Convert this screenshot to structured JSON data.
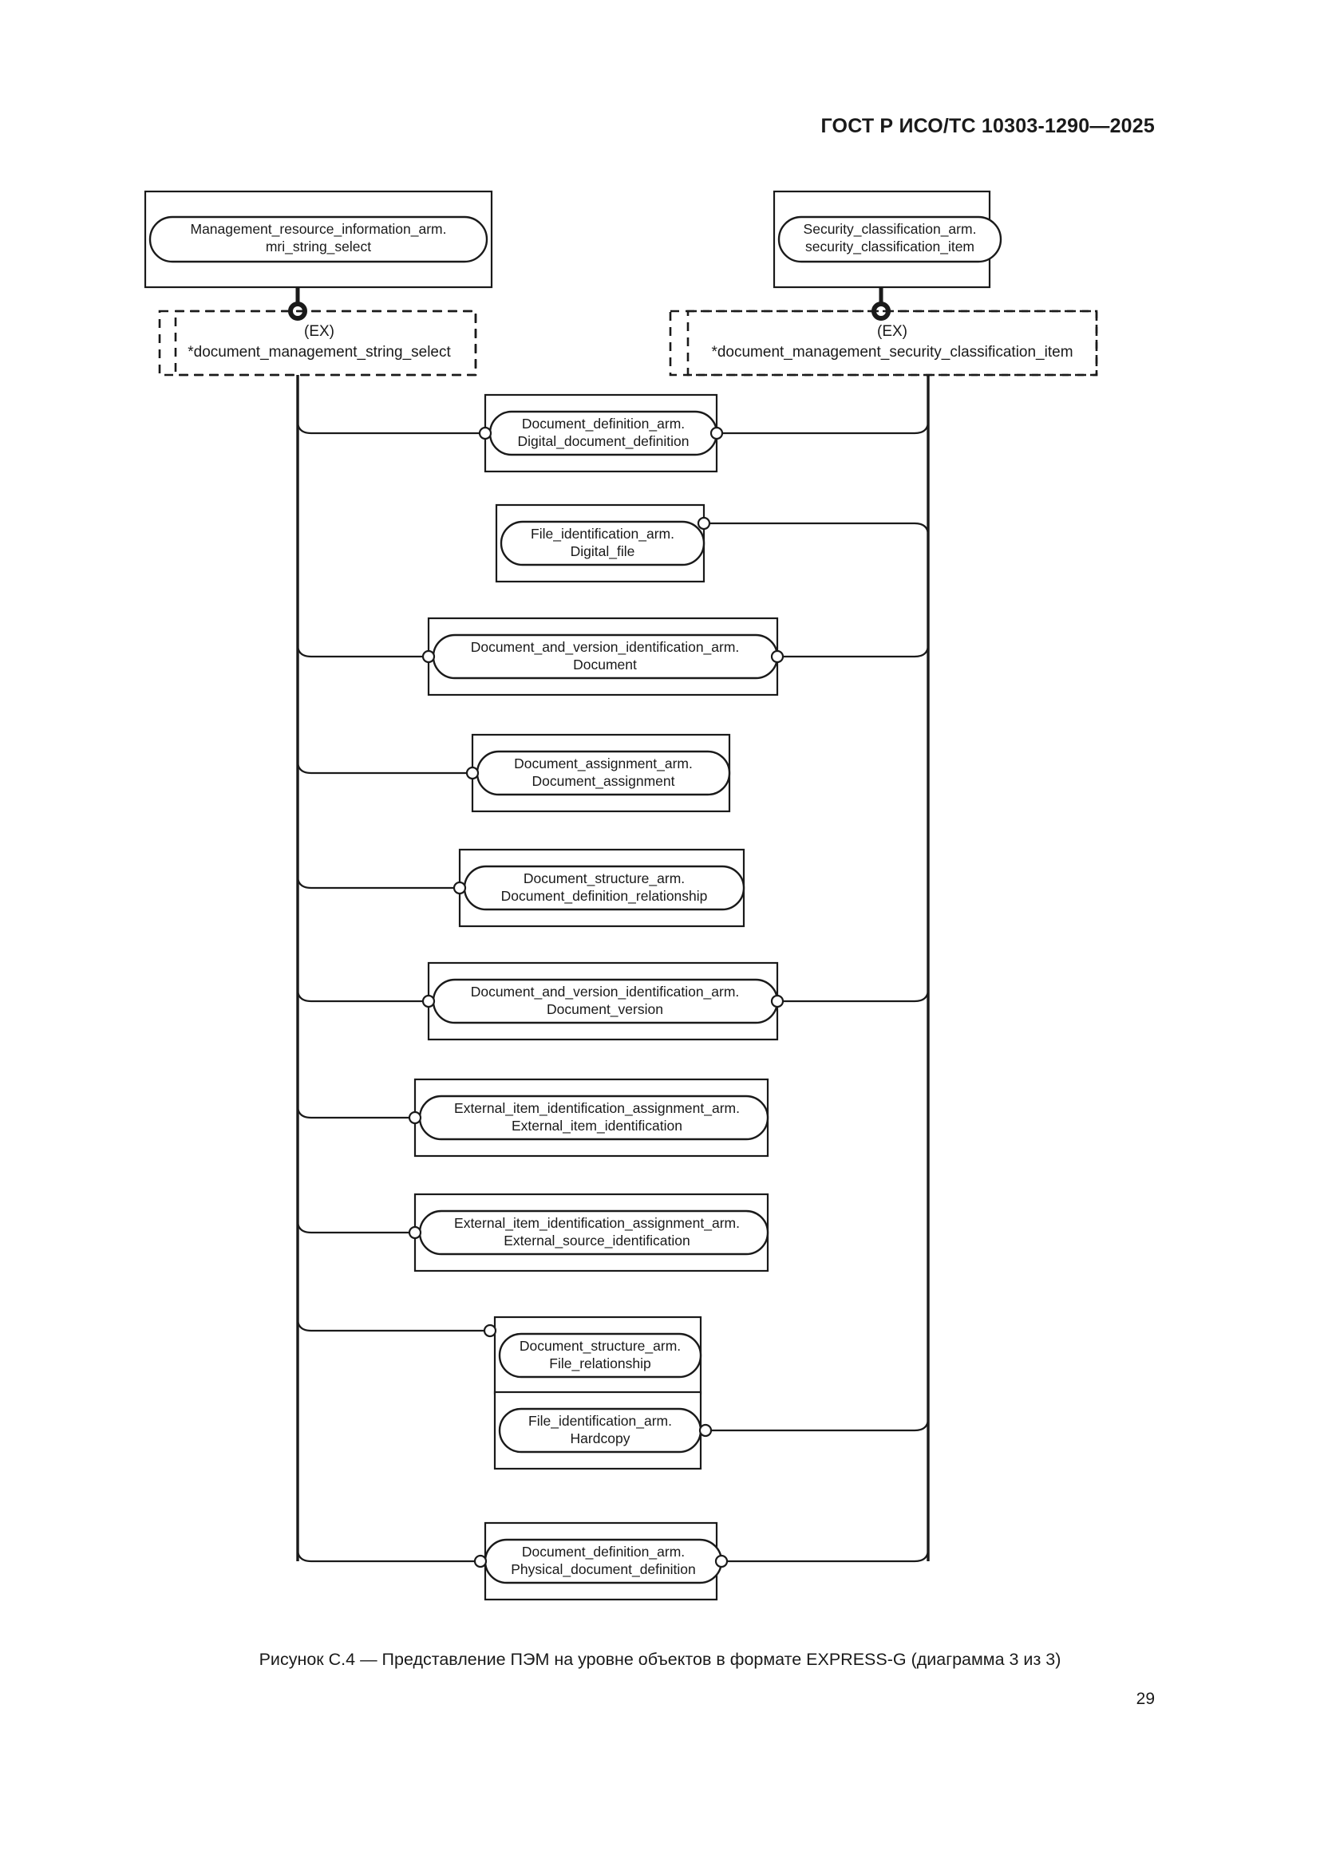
{
  "header": {
    "standard_designation": "ГОСТ Р ИСО/ТС 10303-1290—2025"
  },
  "footer": {
    "caption": "Рисунок С.4 — Представление ПЭМ на уровне объектов в формате EXPRESS-G (диаграмма 3 из 3)",
    "page_number": "29"
  },
  "diagram": {
    "type": "EXPRESS-G entity-level schema diagram",
    "source_boxes": [
      {
        "id": "mri-string-select",
        "line1": "Management_resource_information_arm.",
        "line2": "mri_string_select"
      },
      {
        "id": "security-classification-item",
        "line1": "Security_classification_arm.",
        "line2": "security_classification_item"
      }
    ],
    "ex_boxes": [
      {
        "id": "ex-string-select",
        "tag": "(EX)",
        "name": "*document_management_string_select"
      },
      {
        "id": "ex-security-classification-item",
        "tag": "(EX)",
        "name": "*document_management_security_classification_item"
      }
    ],
    "entities": [
      {
        "id": "digital-document-definition",
        "line1": "Document_definition_arm.",
        "line2": "Digital_document_definition",
        "connects": "both"
      },
      {
        "id": "digital-file",
        "line1": "File_identification_arm.",
        "line2": "Digital_file",
        "connects": "right"
      },
      {
        "id": "document",
        "line1": "Document_and_version_identification_arm.",
        "line2": "Document",
        "connects": "both"
      },
      {
        "id": "document-assignment",
        "line1": "Document_assignment_arm.",
        "line2": "Document_assignment",
        "connects": "left"
      },
      {
        "id": "document-definition-relationship",
        "line1": "Document_structure_arm.",
        "line2": "Document_definition_relationship",
        "connects": "left"
      },
      {
        "id": "document-version",
        "line1": "Document_and_version_identification_arm.",
        "line2": "Document_version",
        "connects": "both"
      },
      {
        "id": "external-item-identification",
        "line1": "External_item_identification_assignment_arm.",
        "line2": "External_item_identification",
        "connects": "left"
      },
      {
        "id": "external-source-identification",
        "line1": "External_item_identification_assignment_arm.",
        "line2": "External_source_identification",
        "connects": "left"
      },
      {
        "id": "file-relationship",
        "line1": "Document_structure_arm.",
        "line2": "File_relationship",
        "connects": "left"
      },
      {
        "id": "hardcopy",
        "line1": "File_identification_arm.",
        "line2": "Hardcopy",
        "connects": "right"
      },
      {
        "id": "physical-document-definition",
        "line1": "Document_definition_arm.",
        "line2": "Physical_document_definition",
        "connects": "both"
      }
    ]
  },
  "colors": {
    "ink": "#1a1a1a",
    "paper": "#ffffff"
  }
}
